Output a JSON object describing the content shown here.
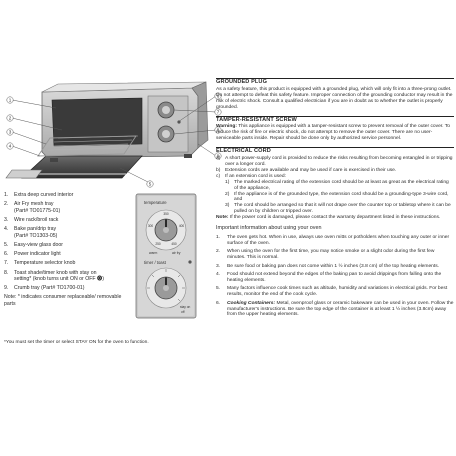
{
  "parts": {
    "items": [
      {
        "num": "1.",
        "text": "Extra deep curved interior"
      },
      {
        "num": "2.",
        "text": "Air Fry mesh tray",
        "sub": "(Part# TO01775-01)"
      },
      {
        "num": "3.",
        "text": "Wire rack/broil rack"
      },
      {
        "num": "4.",
        "text": "Bake pan/drip tray",
        "sub": "(Part# TO1303-05)"
      },
      {
        "num": "5.",
        "text": "Easy-view glass door"
      },
      {
        "num": "6.",
        "text": "Power indicator light"
      },
      {
        "num": "7.",
        "text": "Temperature selector knob"
      },
      {
        "num": "8.",
        "text": "Toast shade/timer knob with stay on",
        "sub": "setting* (knob turns unit ON or OFF ⓿)"
      },
      {
        "num": "9.",
        "text": "Crumb tray (Part# TO1700-01)"
      }
    ],
    "note": "Note: * indicates consumer replaceable/ removable parts"
  },
  "callouts": [
    "1",
    "2",
    "3",
    "4",
    "5",
    "6",
    "7",
    "8",
    "9"
  ],
  "panel": {
    "temp_label": "temperature",
    "temp_ticks": [
      "250",
      "300",
      "350",
      "400",
      "450"
    ],
    "warm_label": "warm",
    "air_fry_label": "air fry",
    "timer_label": "timer / toast",
    "stay_on_label": "stay on",
    "off_label": "off"
  },
  "footnote": "*You must set the timer or select STAY ON for the oven to function.",
  "grounded_plug": {
    "title": "GROUNDED PLUG",
    "body": "As a safety feature, this product is equipped with a grounded plug, which will only fit into a three-prong outlet. Do not attempt to defeat this safety feature. Improper connection of the grounding conductor may result in the risk of electric shock. Consult a qualified electrician if you are in doubt as to whether the outlet is properly grounded."
  },
  "tamper": {
    "title": "TAMPER-RESISTANT SCREW",
    "warning_label": "Warning:",
    "body": " This appliance is equipped with a tamper-resistant screw to prevent removal of the outer cover. To reduce the risk of fire or electric shock, do not attempt to remove the outer cover. There are no user-serviceable parts inside. Repair should be done only by authorized service personnel."
  },
  "cord": {
    "title": "ELECTRICAL CORD",
    "a": "A short power-supply cord is provided to reduce the risks resulting from becoming entangled in or tripping over a longer cord.",
    "b": "Extension cords are available and may be used if care is exercised in their use.",
    "c": "If an extension cord is used:",
    "c_items": [
      {
        "num": "1)",
        "text": "The marked electrical rating of the extension cord should be at least as great as the electrical rating of the appliance,"
      },
      {
        "num": "2)",
        "text": "If the appliance is of the grounded type, the extension cord should be a grounding-type 3-wire cord, and"
      },
      {
        "num": "3)",
        "text": "The cord should be arranged so that it will not drape over the counter top or tabletop where it can be pulled on by children or tripped over."
      }
    ],
    "note_label": "Note:",
    "note": " If the power cord is damaged, please contact the warranty department listed in these instructions."
  },
  "important": {
    "title": "Important information about using your oven",
    "items": [
      {
        "num": "1.",
        "text": "The oven gets hot. When in use, always use oven mitts or potholders when touching any outer or inner surface of the oven."
      },
      {
        "num": "2.",
        "text": "When using the oven for the first time, you may notice smoke or a slight odor during the first few minutes. This is normal."
      },
      {
        "num": "3.",
        "text": "Be sure food or baking pan does not come within 1 ½ inches (3.8 cm) of the top heating elements."
      },
      {
        "num": "4.",
        "text": "Food should not extend beyond the edges of the baking pan to avoid drippings from falling onto the heating elements."
      },
      {
        "num": "5.",
        "text": "Many factors influence cook times such as altitude, humidity and variations in electrical grids. For best results, monitor the end of the cook cycle."
      },
      {
        "num": "6.",
        "lead": "Cooking Containers:",
        "text": " Metal, ovenproof glass or ceramic bakeware can be used in your oven. Follow the manufacturer's instructions. Be sure the top edge of the container is at least 1 ½ inches (3.8cm) away from the upper heating elements."
      }
    ]
  }
}
